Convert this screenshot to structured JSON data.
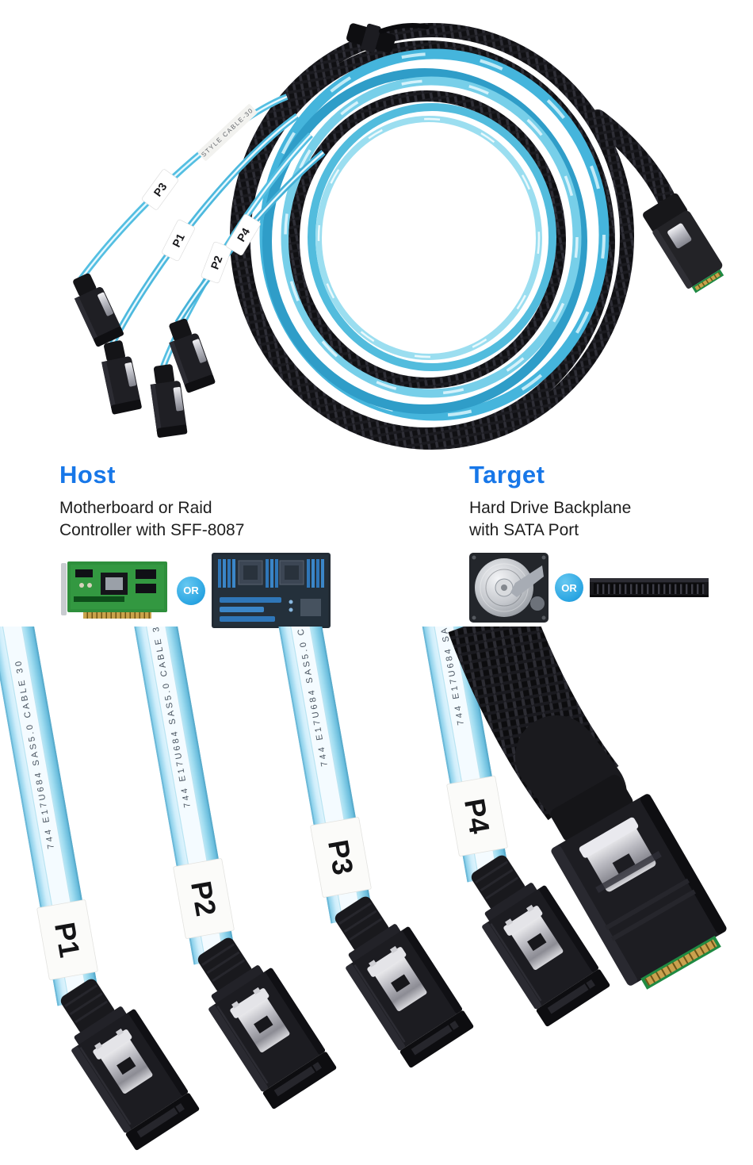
{
  "product": {
    "port_labels": [
      "P1",
      "P2",
      "P3",
      "P4"
    ],
    "hero_cable_print": "STYLE CABLE-30",
    "closeup_cable_print": "744 E17U684 SAS5.0 CABLE 30"
  },
  "host": {
    "title": "Host",
    "description_line1": "Motherboard or Raid",
    "description_line2": "Controller with SFF-8087",
    "or_label": "OR",
    "image_names": [
      "raid-controller-card",
      "server-motherboard"
    ]
  },
  "target": {
    "title": "Target",
    "description_line1": "Hard Drive Backplane",
    "description_line2": "with SATA Port",
    "or_label": "OR",
    "image_names": [
      "hard-disk-drive",
      "sata-backplane"
    ]
  },
  "colors": {
    "accent-blue": "#1777e8",
    "or-badge-blue": "#2aa5e2",
    "cable-blue": "#54bfe2",
    "connector-black": "#1d1d22"
  }
}
